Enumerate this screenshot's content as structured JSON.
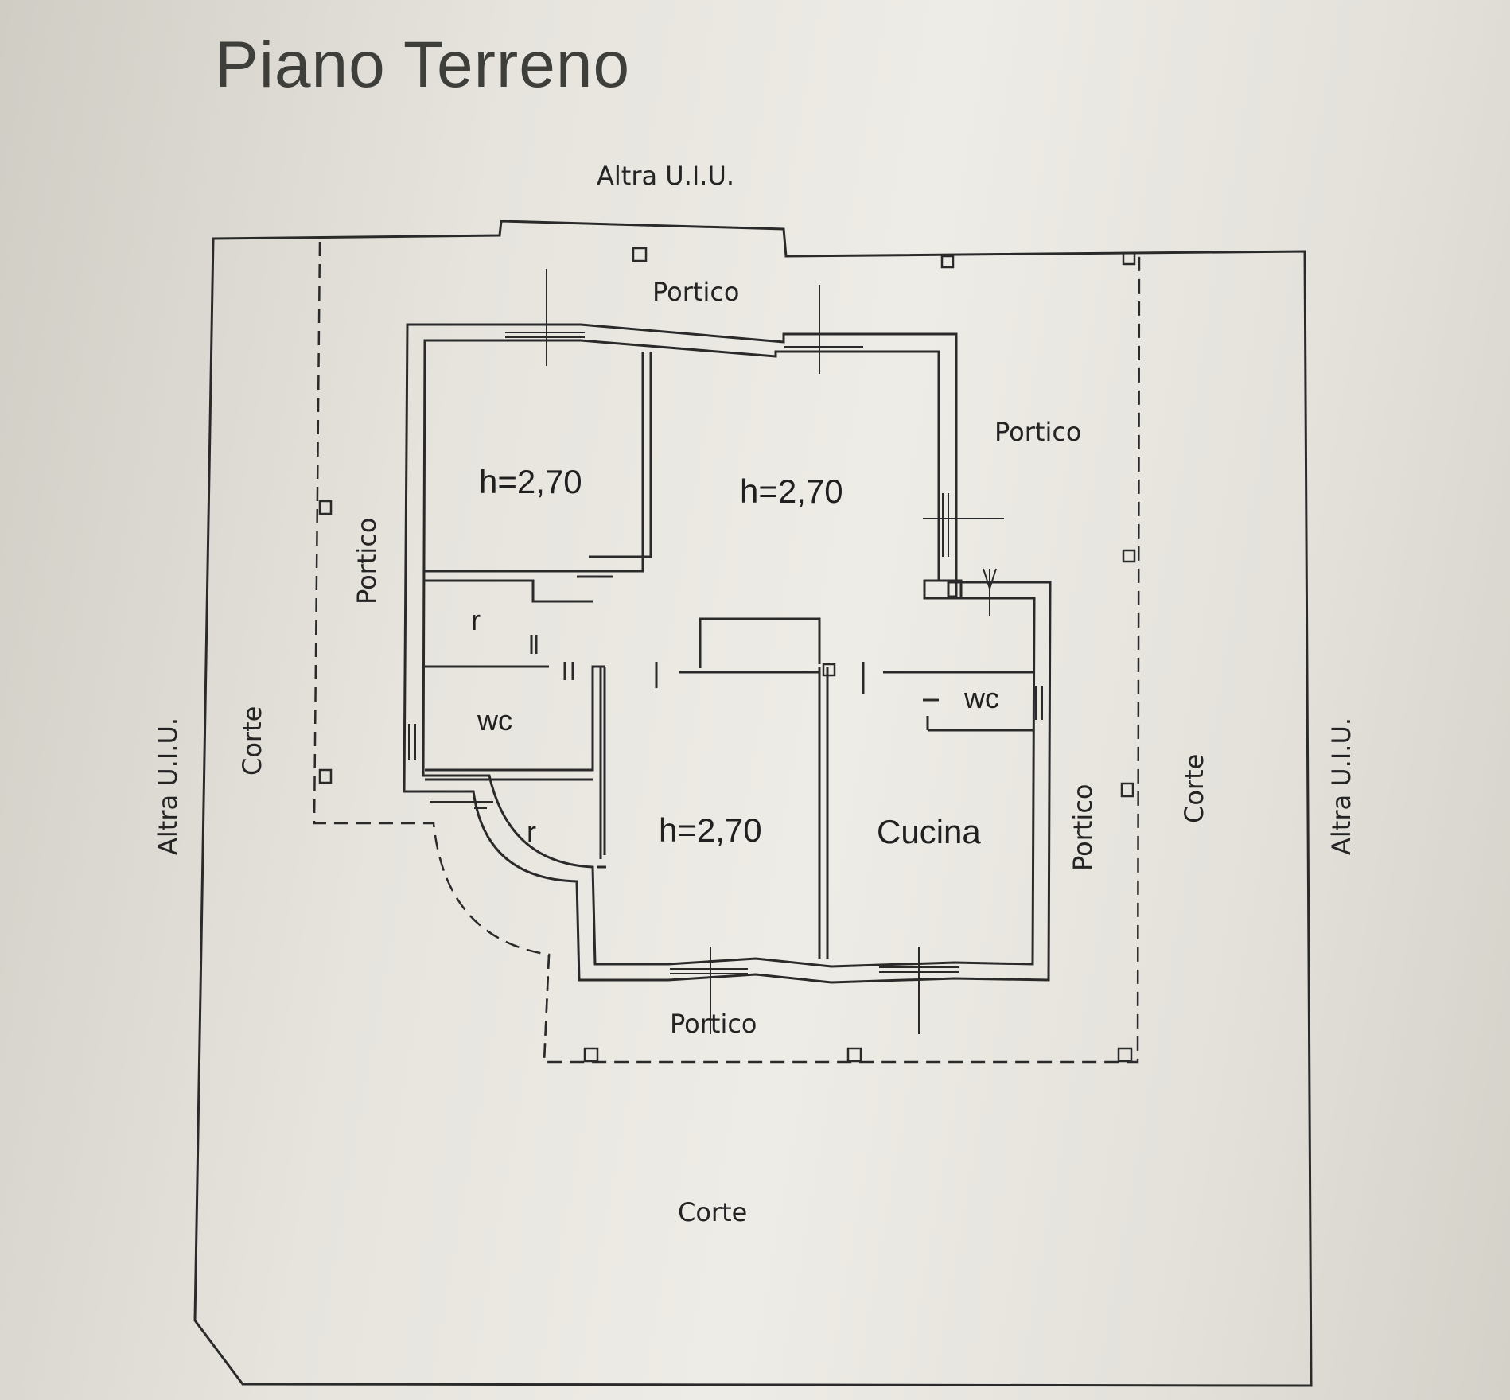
{
  "title": "Piano Terreno",
  "labels": {
    "altra_top": "Altra U.I.U.",
    "altra_left": "Altra U.I.U.",
    "altra_right": "Altra U.I.U.",
    "portico_top": "Portico",
    "portico_right_top": "Portico",
    "portico_left": "Portico",
    "portico_right": "Portico",
    "portico_bottom": "Portico",
    "corte_left": "Corte",
    "corte_right": "Corte",
    "corte_bottom": "Corte",
    "room_nw_height": "h=2,70",
    "room_ne_height": "h=2,70",
    "room_center_height": "h=2,70",
    "ripostiglio_1": "r",
    "ripostiglio_2": "r",
    "wc_left": "wc",
    "wc_right": "wc",
    "cucina": "Cucina"
  }
}
